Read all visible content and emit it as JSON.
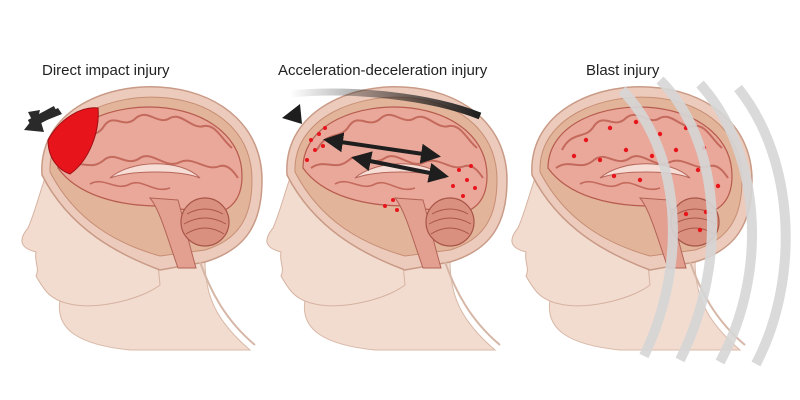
{
  "panels": [
    {
      "id": "direct-impact",
      "label": "Direct impact injury"
    },
    {
      "id": "acceleration-deceleration",
      "label": "Acceleration-deceleration injury"
    },
    {
      "id": "blast",
      "label": "Blast injury"
    }
  ],
  "colors": {
    "skin": "#f2dcd0",
    "skin_shade": "#e6c3b2",
    "skull": "#e2b49a",
    "brain": "#e9a89a",
    "brain_fold": "#c46a5c",
    "cerebellum": "#d9907f",
    "injury_red": "#e8141c",
    "arrow_dark": "#2a2a2a",
    "blast_wave": "#d6d6d6"
  },
  "icons": [
    "impact-arrow-icon",
    "motion-arrow-icon",
    "blast-wave-icon"
  ]
}
